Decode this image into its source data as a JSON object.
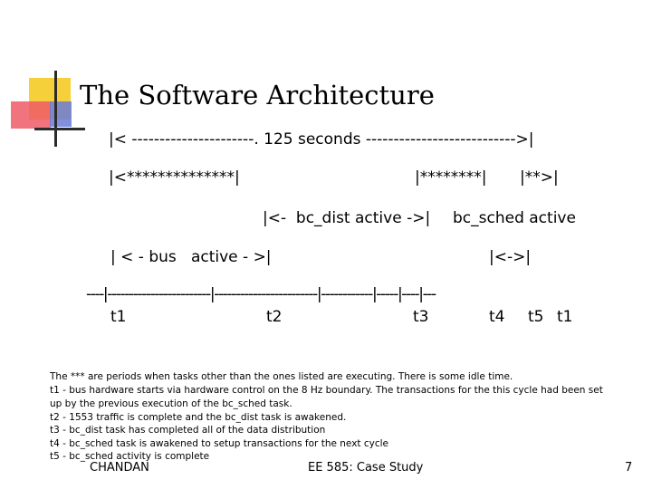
{
  "slide": {
    "title": "The Software Architecture",
    "diagram": {
      "timing_span": "|< ----------------------. 125 seconds --------------------------->|",
      "active_left": "|<**************|",
      "active_mid": "|********|",
      "active_right": "|**>|",
      "bc_dist": "|<-  bc_dist active ->|",
      "bc_sched": "bc_sched active",
      "bus_active": "| < - bus   active - >|",
      "small_span": "|<->|",
      "timeline": "----|------------------------|------------------------|------------|-----|----|---",
      "labels": {
        "t1a": "t1",
        "t2": "t2",
        "t3": "t3",
        "t4": "t4",
        "t5": "t5",
        "t1b": "t1"
      }
    },
    "notes": [
      "The *** are periods when tasks other than the ones listed are executing. There is some idle time.",
      "t1 - bus hardware starts via hardware control on the 8 Hz boundary. The transactions for the this cycle had been set",
      "up by the previous execution of the bc_sched task.",
      "t2 - 1553 traffic is complete and the bc_dist task is awakened.",
      "t3 - bc_dist task has completed all of the data distribution",
      "t4 - bc_sched task is awakened to setup transactions for the next cycle",
      "t5 - bc_sched activity is complete"
    ],
    "footer": {
      "author": "CHANDAN",
      "course": "EE 585: Case Study",
      "page": "7"
    }
  }
}
